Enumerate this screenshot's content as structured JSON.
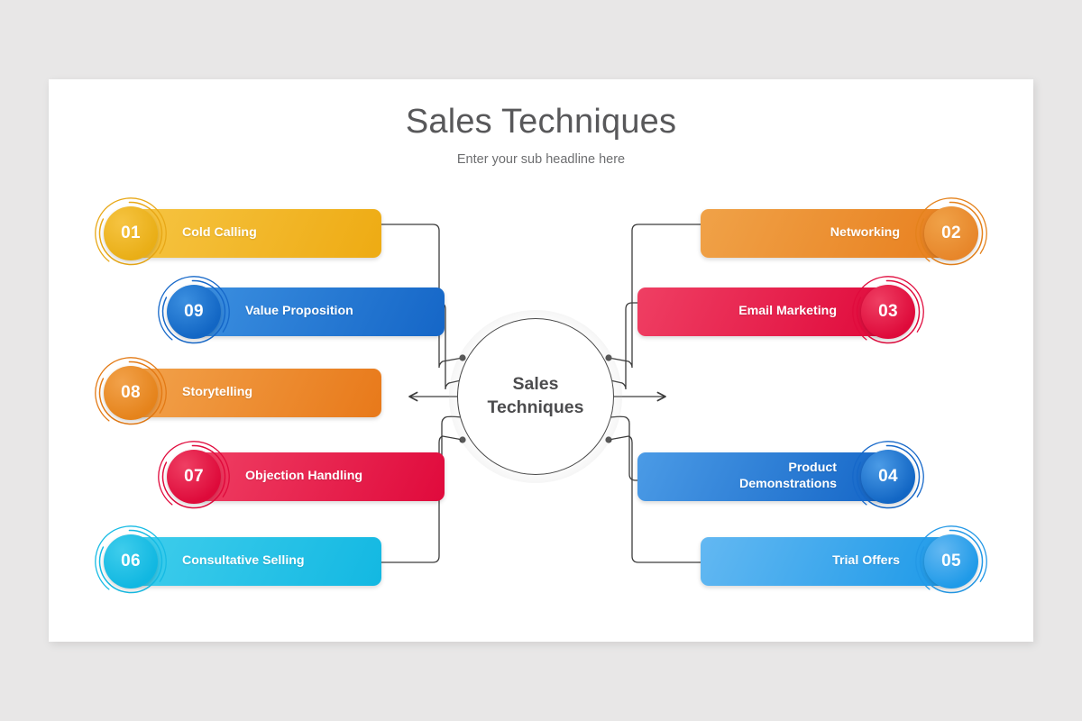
{
  "header": {
    "title": "Sales Techniques",
    "subtitle": "Enter your sub headline here"
  },
  "hub": {
    "label": "Sales\nTechniques",
    "fill": "#ffffff",
    "stroke": "#4a4a4a"
  },
  "connector": {
    "color": "#3c3c3c"
  },
  "items": [
    {
      "number": "01",
      "label": "Cold Calling",
      "side": "left",
      "color_start": "#f6c442",
      "color_end": "#eeab13",
      "ring_color": "#e8a817",
      "disc_color": "#e9ae16"
    },
    {
      "number": "09",
      "label": "Value Proposition",
      "side": "left",
      "color_start": "#3b8fe0",
      "color_end": "#1566c7",
      "ring_color": "#1668c9",
      "disc_color": "#1266c4"
    },
    {
      "number": "08",
      "label": "Storytelling",
      "side": "left",
      "color_start": "#f2a24b",
      "color_end": "#e8791a",
      "ring_color": "#e37a15",
      "disc_color": "#e5831b"
    },
    {
      "number": "07",
      "label": "Objection Handling",
      "side": "left",
      "color_start": "#ef3f63",
      "color_end": "#e00a3c",
      "ring_color": "#e00b3d",
      "disc_color": "#de0a3a"
    },
    {
      "number": "06",
      "label": "Consultative Selling",
      "side": "left",
      "color_start": "#3fcdec",
      "color_end": "#13b8e2",
      "ring_color": "#16bbe4",
      "disc_color": "#10b7e1"
    },
    {
      "number": "02",
      "label": "Networking",
      "side": "right",
      "color_start": "#f0a248",
      "color_end": "#e8801f",
      "ring_color": "#e4821c",
      "disc_color": "#e7862a"
    },
    {
      "number": "03",
      "label": "Email Marketing",
      "side": "right",
      "color_start": "#ef3f63",
      "color_end": "#e00a3c",
      "ring_color": "#e00b3d",
      "disc_color": "#de0a3a"
    },
    {
      "number": "04",
      "label": "Product\nDemonstrations",
      "side": "right",
      "color_start": "#4b9be6",
      "color_end": "#1566c7",
      "ring_color": "#1668c9",
      "disc_color": "#1266c4"
    },
    {
      "number": "05",
      "label": "Trial Offers",
      "side": "right",
      "color_start": "#63b8f2",
      "color_end": "#1e9ae8",
      "ring_color": "#2398e6",
      "disc_color": "#1f9ae8"
    }
  ]
}
